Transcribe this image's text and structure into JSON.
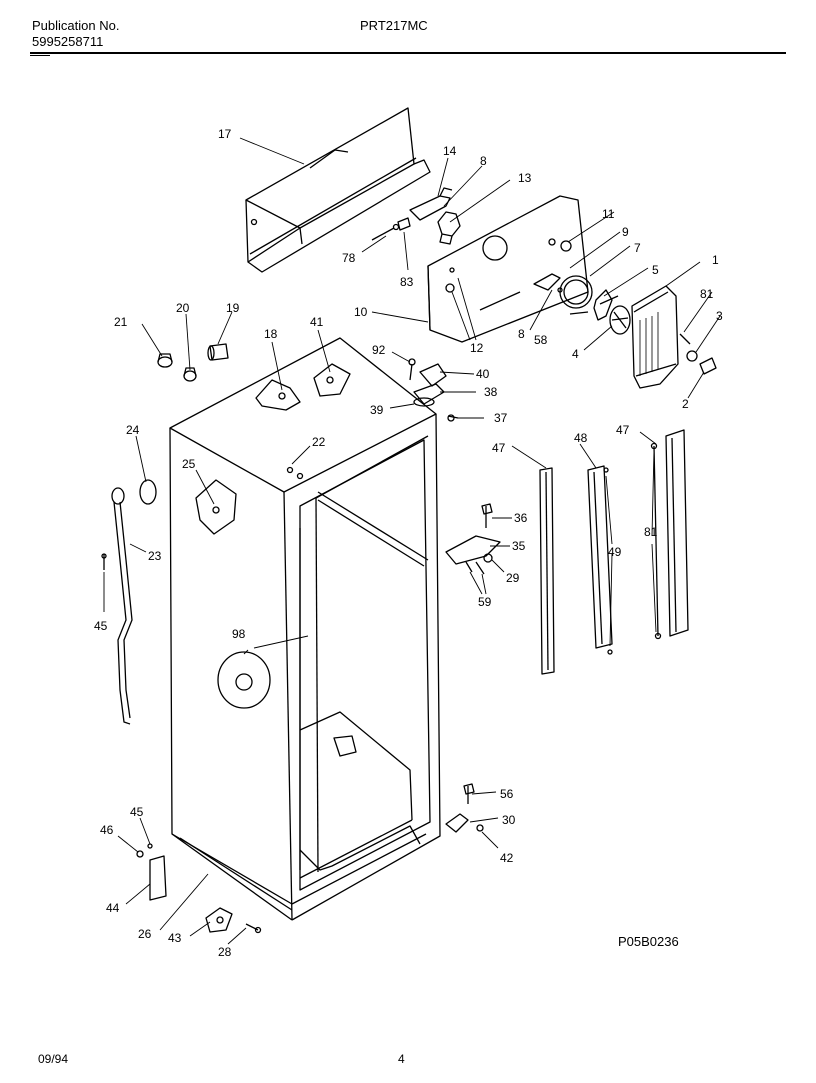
{
  "header": {
    "publication_label": "Publication No.",
    "publication_number": "5995258711",
    "model": "PRT217MC"
  },
  "diagram": {
    "code": "P05B0236",
    "labels": [
      "17",
      "14",
      "8",
      "13",
      "78",
      "83",
      "11",
      "9",
      "7",
      "10",
      "12",
      "8",
      "58",
      "5",
      "1",
      "81",
      "3",
      "4",
      "2",
      "21",
      "20",
      "19",
      "18",
      "41",
      "92",
      "40",
      "38",
      "39",
      "37",
      "24",
      "22",
      "25",
      "23",
      "45",
      "36",
      "35",
      "29",
      "59",
      "47",
      "48",
      "47",
      "49",
      "81",
      "98",
      "56",
      "30",
      "42",
      "45",
      "46",
      "44",
      "26",
      "43",
      "28"
    ]
  },
  "footer": {
    "date": "09/94",
    "page": "4"
  }
}
